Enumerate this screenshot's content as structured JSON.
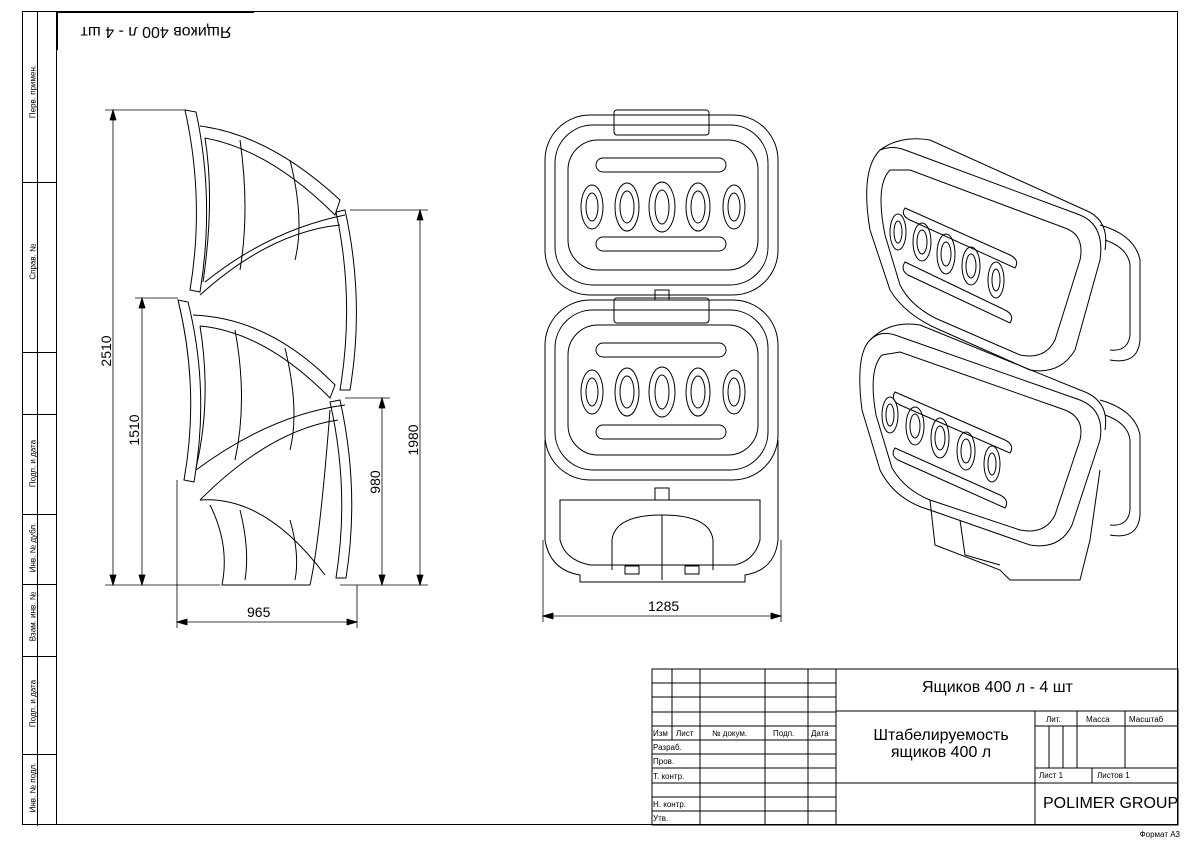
{
  "drawing": {
    "stamp_flipped": "Ящиков 400 л - 4 шт",
    "side_strip": [
      "Перв. примен.",
      "Справ. №",
      "Подп. и дата",
      "Инв. № дубл.",
      "Взам. инв. №",
      "Подп. и дата",
      "Инв. № подл."
    ],
    "dimensions": {
      "height_total": "2510",
      "height_mid": "1510",
      "height_right": "1980",
      "height_low": "980",
      "width_side": "965",
      "width_front": "1285"
    }
  },
  "title_block": {
    "product": "Ящиков 400 л - 4 шт",
    "title_line1": "Штабелируемость",
    "title_line2": "ящиков 400 л",
    "company": "POLIMER GROUP",
    "col_headers": [
      "Изм",
      "Лист",
      "№ докум.",
      "Подп.",
      "Дата"
    ],
    "rows": [
      "Разраб.",
      "Пров.",
      "Т. контр.",
      "Н. контр.",
      "Утв."
    ],
    "lit": "Лит.",
    "mass": "Масса",
    "scale": "Масштаб",
    "sheet": "Лист 1",
    "sheets": "Листов 1",
    "format": "Формат А3"
  }
}
